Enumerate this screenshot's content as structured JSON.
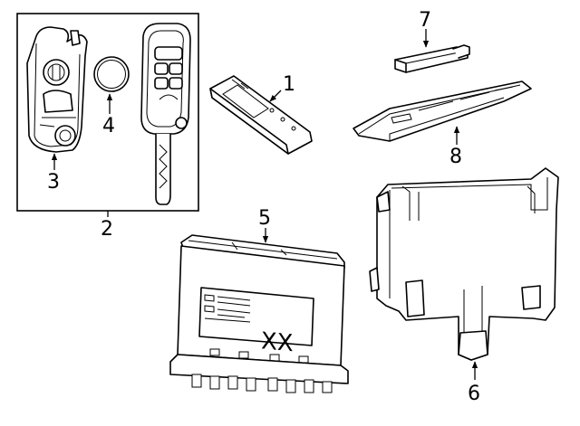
{
  "callouts": {
    "c1": "1",
    "c2": "2",
    "c3": "3",
    "c4": "4",
    "c5": "5",
    "c6": "6",
    "c7": "7",
    "c8": "8"
  },
  "label_text": {
    "module_marking": "XX"
  }
}
